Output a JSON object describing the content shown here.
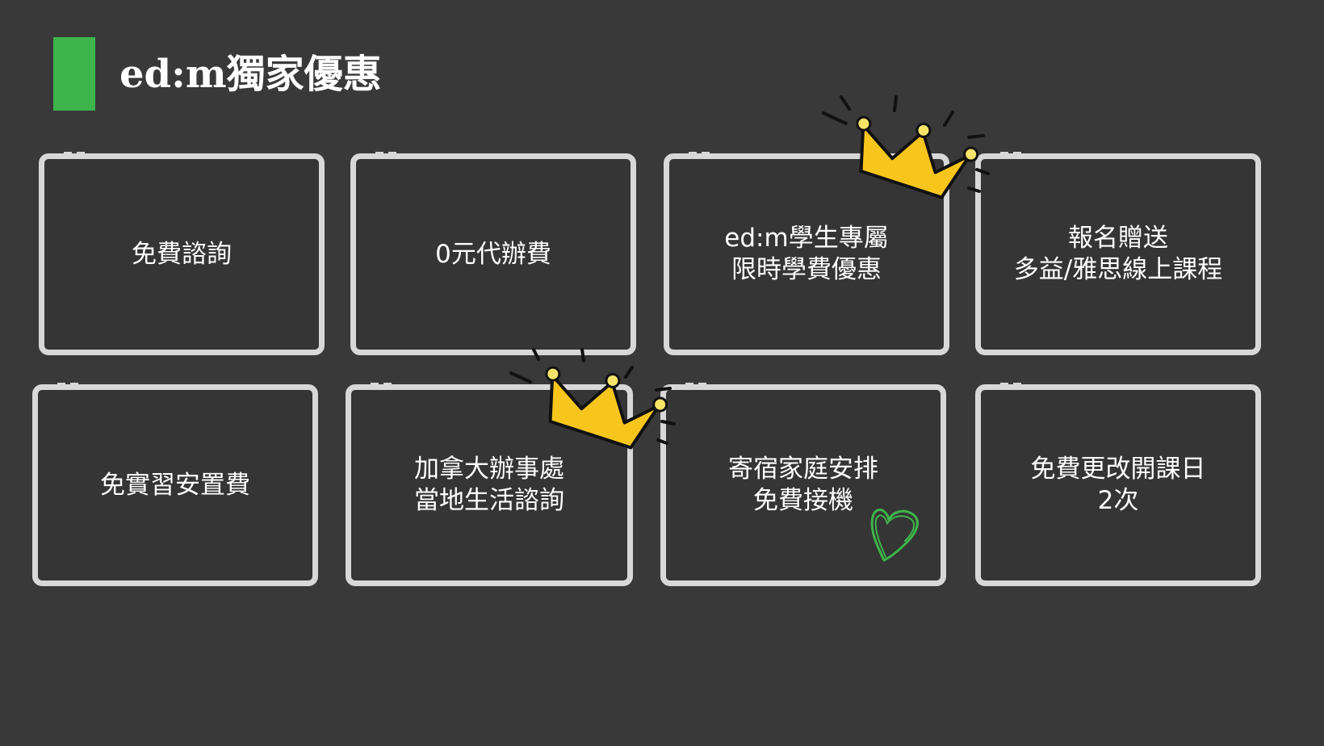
{
  "title": "ed:m獨家優惠",
  "colors": {
    "background": "#393939",
    "accent": "#3db54a",
    "card_border": "#d8d8d8",
    "crown": "#f7c61c",
    "heart": "#3db54a"
  },
  "cards": [
    {
      "lines": [
        "免費諮詢"
      ]
    },
    {
      "lines": [
        "0元代辦費"
      ]
    },
    {
      "lines": [
        "ed:m學生專屬",
        "限時學費優惠"
      ]
    },
    {
      "lines": [
        "報名贈送",
        "多益/雅思線上課程"
      ]
    },
    {
      "lines": [
        "免實習安置費"
      ]
    },
    {
      "lines": [
        "加拿大辦事處",
        "當地生活諮詢"
      ]
    },
    {
      "lines": [
        "寄宿家庭安排",
        "免費接機"
      ]
    },
    {
      "lines": [
        "免費更改開課日",
        "2次"
      ]
    }
  ],
  "decorations": {
    "crown_icon": "crown-icon",
    "heart_icon": "heart-icon"
  }
}
